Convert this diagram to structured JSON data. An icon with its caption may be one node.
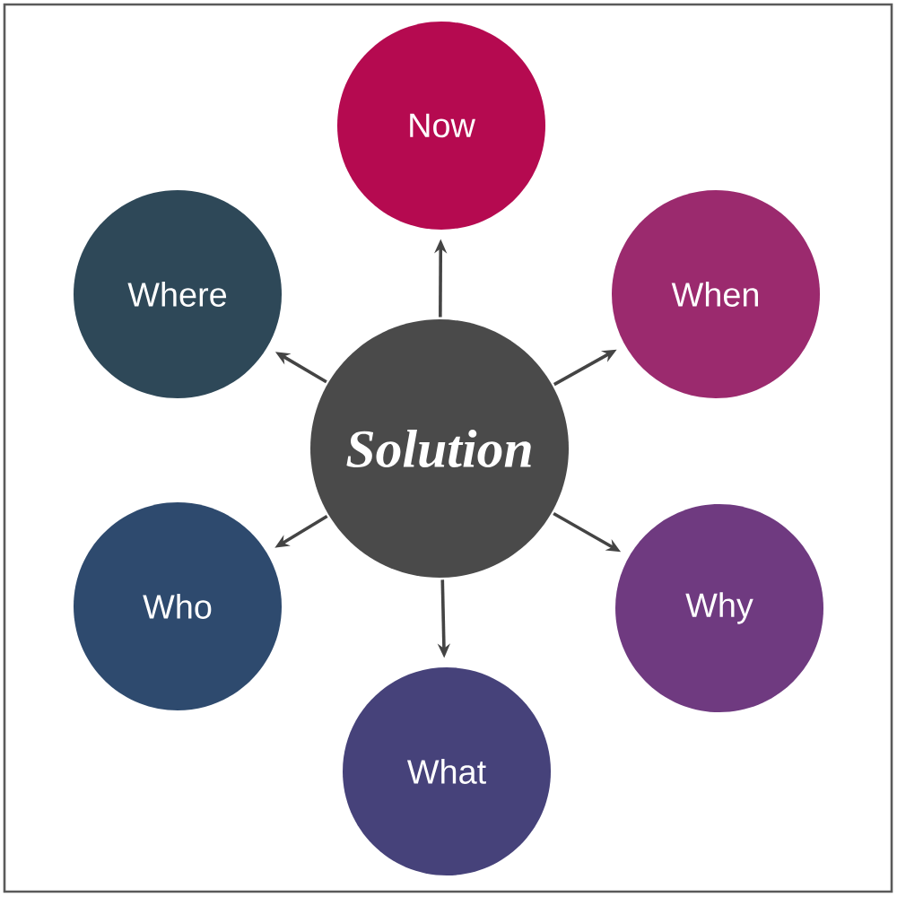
{
  "diagram": {
    "nodes": [
      {
        "text": [
          "Now"
        ]
      },
      {
        "text": [
          "Where"
        ]
      },
      {
        "text": [
          "When"
        ]
      },
      {
        "text": [
          "Solution"
        ]
      },
      {
        "text": [
          "Who"
        ]
      },
      {
        "text": [
          "Why"
        ]
      },
      {
        "text": [
          "What"
        ]
      }
    ],
    "edges": [
      {
        "from": 3,
        "to": 0,
        "arrow": "to"
      },
      {
        "from": 3,
        "to": 1,
        "arrow": "to"
      },
      {
        "from": 3,
        "to": 2,
        "arrow": "to"
      },
      {
        "from": 3,
        "to": 4,
        "arrow": "to"
      },
      {
        "from": 3,
        "to": 5,
        "arrow": "to"
      },
      {
        "from": 3,
        "to": 6,
        "arrow": "to"
      }
    ]
  }
}
